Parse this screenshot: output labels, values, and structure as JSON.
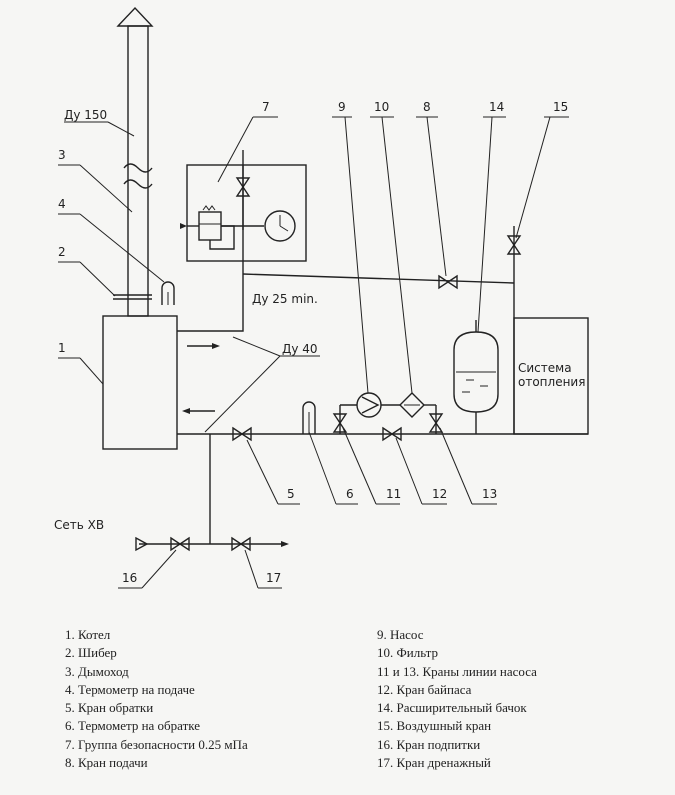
{
  "diagram": {
    "labels": {
      "du150": "Ду 150",
      "du25": "Ду 25 min.",
      "du40": "Ду 40",
      "network": "Сеть ХВ",
      "system_line1": "Система",
      "system_line2": "отопления"
    },
    "numbers": [
      "1",
      "2",
      "3",
      "4",
      "5",
      "6",
      "7",
      "8",
      "9",
      "10",
      "11",
      "12",
      "13",
      "14",
      "15",
      "16",
      "17"
    ]
  },
  "legend": {
    "left": [
      "1. Котел",
      "2. Шибер",
      "3. Дымоход",
      "4. Термометр на подаче",
      "5. Кран обратки",
      "6. Термометр на обратке",
      "7. Группа безопасности 0.25 мПа",
      "8. Кран подачи"
    ],
    "right": [
      "9. Насос",
      "10. Фильтр",
      "11 и 13. Краны линии насоса",
      "12. Кран байпаса",
      "14. Расширительный бачок",
      "15. Воздушный кран",
      "16. Кран подпитки",
      "17. Кран дренажный"
    ]
  }
}
